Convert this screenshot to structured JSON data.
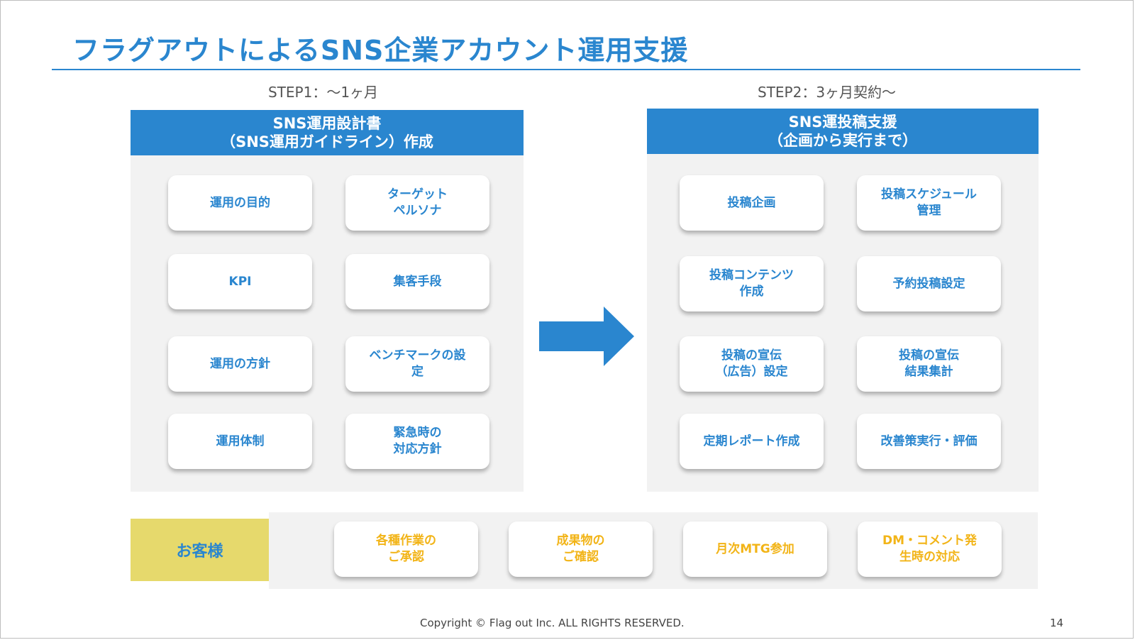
{
  "title": "フラグアウトによるSNS企業アカウント運用支援",
  "step1": {
    "label": "STEP1：〜1ヶ月",
    "header_line1": "SNS運用設計書",
    "header_line2": "（SNS運用ガイドライン）作成",
    "cards": [
      "運用の目的",
      "ターゲット\nペルソナ",
      "KPI",
      "集客手段",
      "運用の方針",
      "ベンチマークの設\n定",
      "運用体制",
      "緊急時の\n対応方針"
    ]
  },
  "step2": {
    "label": "STEP2：3ヶ月契約〜",
    "header_line1": "SNS運投稿支援",
    "header_line2": "（企画から実行まで）",
    "cards": [
      "投稿企画",
      "投稿スケジュール\n管理",
      "投稿コンテンツ\n作成",
      "予約投稿設定",
      "投稿の宣伝\n（広告）設定",
      "投稿の宣伝\n結果集計",
      "定期レポート作成",
      "改善策実行・評価"
    ]
  },
  "customer": {
    "label": "お客様",
    "cards": [
      "各種作業の\nご承認",
      "成果物の\nご確認",
      "月次MTG参加",
      "DM・コメント発\n生時の対応"
    ]
  },
  "colors": {
    "accent": "#2a86cf",
    "customer_bg": "#e6d96c",
    "customer_text": "#f2b417",
    "panel_bg": "#f2f2f2"
  },
  "footer": {
    "copyright": "Copyright © Flag out Inc. ALL RIGHTS RESERVED.",
    "page_number": "14"
  }
}
